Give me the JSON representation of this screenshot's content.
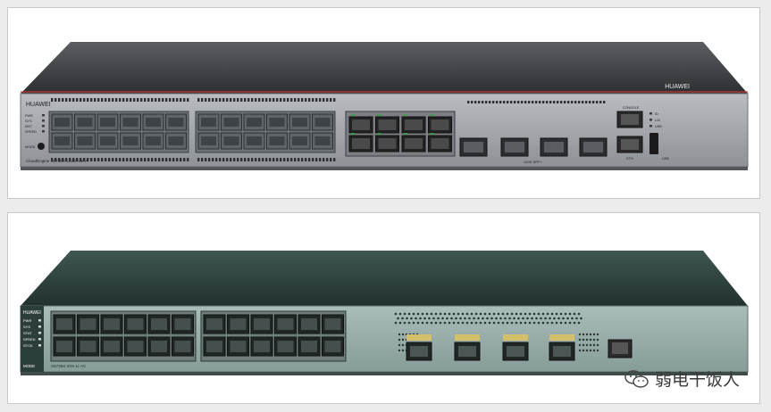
{
  "switch_top": {
    "brand": "HUAWEI",
    "brand_right": "HUAWEI",
    "model": "CloudEngine S5735S-L32ST4X-A",
    "indicators": [
      "PWR",
      "SYS",
      "MST",
      "SPEED"
    ],
    "mode_label": "MODE",
    "console_label": "CONSOLE",
    "eth_label": "ETH",
    "usb_label": "USB",
    "right_leds": [
      "ID",
      "L/A",
      "USB"
    ],
    "sfp_group_label": "10GE SFP+",
    "colors": {
      "chassis_top": "#3a3d40",
      "front": "#9ea2a6",
      "accent_line": "#c0392b"
    }
  },
  "switch_bottom": {
    "brand": "HUAWEI",
    "indicators": [
      "PWR",
      "SYS",
      "STAT",
      "SPEED",
      "STCK"
    ],
    "mode_label": "MODE",
    "model": "S5735S-28X-LI-AC",
    "colors": {
      "chassis_top": "#2e4440",
      "front": "#94aaa6"
    }
  },
  "watermark": {
    "text": "弱电干饭人",
    "icon": "wechat-icon"
  }
}
